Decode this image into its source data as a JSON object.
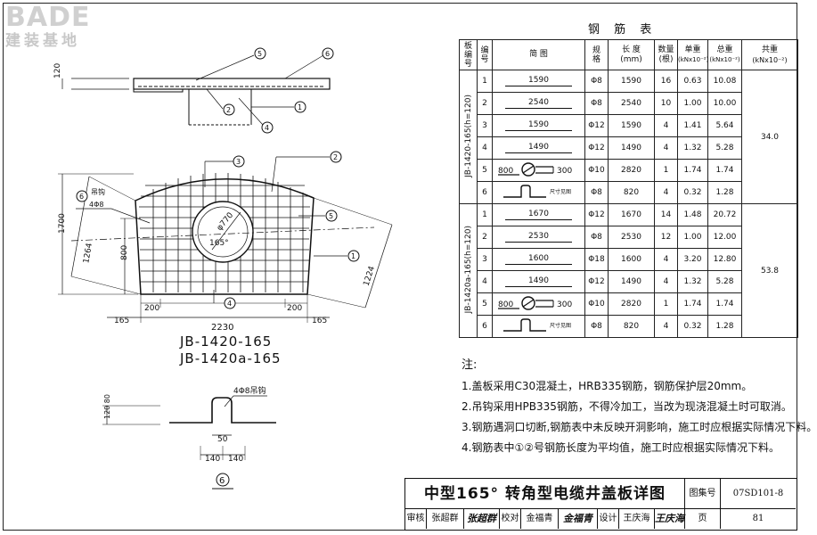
{
  "logo": {
    "latin": "BADE",
    "cn": "建装基地"
  },
  "drawing": {
    "top_view": {
      "dim_thickness": "120"
    },
    "plan_view": {
      "dims": {
        "height_total": "1700",
        "left_slope": "1264",
        "inner_height": "800",
        "right_slope": "1224",
        "offset_200_left": "200",
        "offset_200_right": "200",
        "width_main": "2230",
        "edge_165_left": "165",
        "edge_165_right": "165",
        "hole_diameter": "φ770",
        "angle": "165°"
      },
      "lifting_hook_label": "吊钩",
      "lifting_hook_spec": "4Φ8"
    },
    "captions": [
      "JB-1420-165",
      "JB-1420a-165"
    ],
    "hook_detail": {
      "label": "4Φ8吊钩",
      "dim_height": "120 80",
      "dim_width": "50",
      "dim_left": "140",
      "dim_right": "140",
      "number": "6"
    },
    "callouts": [
      "1",
      "2",
      "3",
      "4",
      "5",
      "6"
    ]
  },
  "rebar_table": {
    "title": "钢 筋 表",
    "headers": {
      "board_no": "板编号",
      "no": "编号",
      "sketch": "简  图",
      "spec": "规格",
      "length": "长 度",
      "length_unit": "(mm)",
      "count": "数量",
      "count_unit": "(根)",
      "unit_weight": "单重",
      "unit_weight_unit": "(kNx10⁻²)",
      "total_weight": "总重",
      "total_weight_unit": "(kNx10⁻²)",
      "sum_weight": "共重",
      "sum_weight_unit": "(kNx10⁻²)"
    },
    "groups": [
      {
        "board": "JB-1420-165(h=120)",
        "sum": "34.0",
        "rows": [
          {
            "no": "1",
            "sketch": "1590",
            "spec": "Φ8",
            "length": "1590",
            "count": "16",
            "unit": "0.63",
            "total": "10.08"
          },
          {
            "no": "2",
            "sketch": "2540",
            "spec": "Φ8",
            "length": "2540",
            "count": "10",
            "unit": "1.00",
            "total": "10.00"
          },
          {
            "no": "3",
            "sketch": "1590",
            "spec": "Φ12",
            "length": "1590",
            "count": "4",
            "unit": "1.41",
            "total": "5.64"
          },
          {
            "no": "4",
            "sketch": "1490",
            "spec": "Φ12",
            "length": "1490",
            "count": "4",
            "unit": "1.32",
            "total": "5.28"
          },
          {
            "no": "5",
            "sketch": "800 ⊘ 300",
            "sketch_a": "800",
            "sketch_b": "300",
            "spec": "Φ10",
            "length": "2820",
            "count": "1",
            "unit": "1.74",
            "total": "1.74"
          },
          {
            "no": "6",
            "sketch": "尺寸见图",
            "spec": "Φ8",
            "length": "820",
            "count": "4",
            "unit": "0.32",
            "total": "1.28"
          }
        ]
      },
      {
        "board": "JB-1420a-165(h=120)",
        "sum": "53.8",
        "rows": [
          {
            "no": "1",
            "sketch": "1670",
            "spec": "Φ12",
            "length": "1670",
            "count": "14",
            "unit": "1.48",
            "total": "20.72"
          },
          {
            "no": "2",
            "sketch": "2530",
            "spec": "Φ8",
            "length": "2530",
            "count": "12",
            "unit": "1.00",
            "total": "12.00"
          },
          {
            "no": "3",
            "sketch": "1600",
            "spec": "Φ18",
            "length": "1600",
            "count": "4",
            "unit": "3.20",
            "total": "12.80"
          },
          {
            "no": "4",
            "sketch": "1490",
            "spec": "Φ12",
            "length": "1490",
            "count": "4",
            "unit": "1.32",
            "total": "5.28"
          },
          {
            "no": "5",
            "sketch": "800 ⊘ 300",
            "sketch_a": "800",
            "sketch_b": "300",
            "spec": "Φ10",
            "length": "2820",
            "count": "1",
            "unit": "1.74",
            "total": "1.74"
          },
          {
            "no": "6",
            "sketch": "尺寸见图",
            "spec": "Φ8",
            "length": "820",
            "count": "4",
            "unit": "0.32",
            "total": "1.28"
          }
        ]
      }
    ]
  },
  "notes": {
    "title": "注:",
    "items": [
      "1.盖板采用C30混凝土，HRB335钢筋，钢筋保护层20mm。",
      "2.吊钩采用HPB335钢筋，不得冷加工，当改为现浇混凝土时可取消。",
      "3.钢筋遇洞口切断,钢筋表中未反映开洞影响，施工时应根据实际情况下料。",
      "4.钢筋表中①②号钢筋长度为平均值，施工时应根据实际情况下料。"
    ]
  },
  "title_block": {
    "title": "中型165° 转角型电缆井盖板详图",
    "atlas_label": "图集号",
    "atlas_no": "07SD101-8",
    "review_label": "审核",
    "review_name": "张超群",
    "review_sig": "张超群",
    "check_label": "校对",
    "check_name": "金福青",
    "check_sig": "金福青",
    "design_label": "设计",
    "design_name": "王庆海",
    "design_sig": "王庆海",
    "page_label": "页",
    "page_no": "81"
  }
}
